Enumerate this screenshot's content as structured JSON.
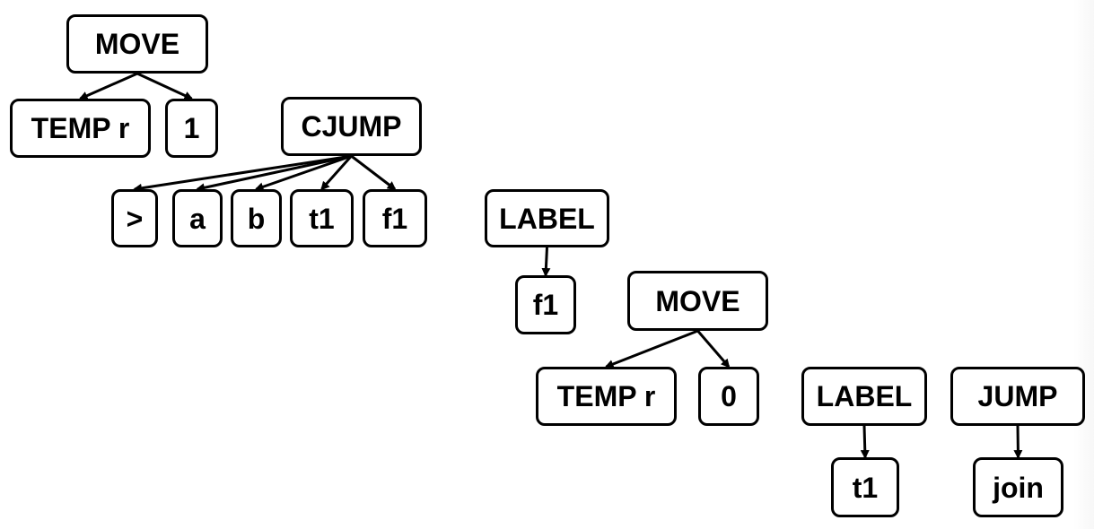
{
  "diagram": {
    "nodes": {
      "move1": "MOVE",
      "temp_r1": "TEMP r",
      "const_1": "1",
      "cjump": "CJUMP",
      "gt": ">",
      "a": "a",
      "b": "b",
      "t1_a": "t1",
      "f1_a": "f1",
      "label1": "LABEL",
      "f1_b": "f1",
      "move2": "MOVE",
      "temp_r2": "TEMP r",
      "const_0": "0",
      "label2": "LABEL",
      "t1_b": "t1",
      "jump": "JUMP",
      "join": "join"
    },
    "edges": [
      [
        "move1",
        "temp_r1"
      ],
      [
        "move1",
        "const_1"
      ],
      [
        "cjump",
        "gt"
      ],
      [
        "cjump",
        "a"
      ],
      [
        "cjump",
        "b"
      ],
      [
        "cjump",
        "t1_a"
      ],
      [
        "cjump",
        "f1_a"
      ],
      [
        "label1",
        "f1_b"
      ],
      [
        "move2",
        "temp_r2"
      ],
      [
        "move2",
        "const_0"
      ],
      [
        "label2",
        "t1_b"
      ],
      [
        "jump",
        "join"
      ]
    ]
  }
}
